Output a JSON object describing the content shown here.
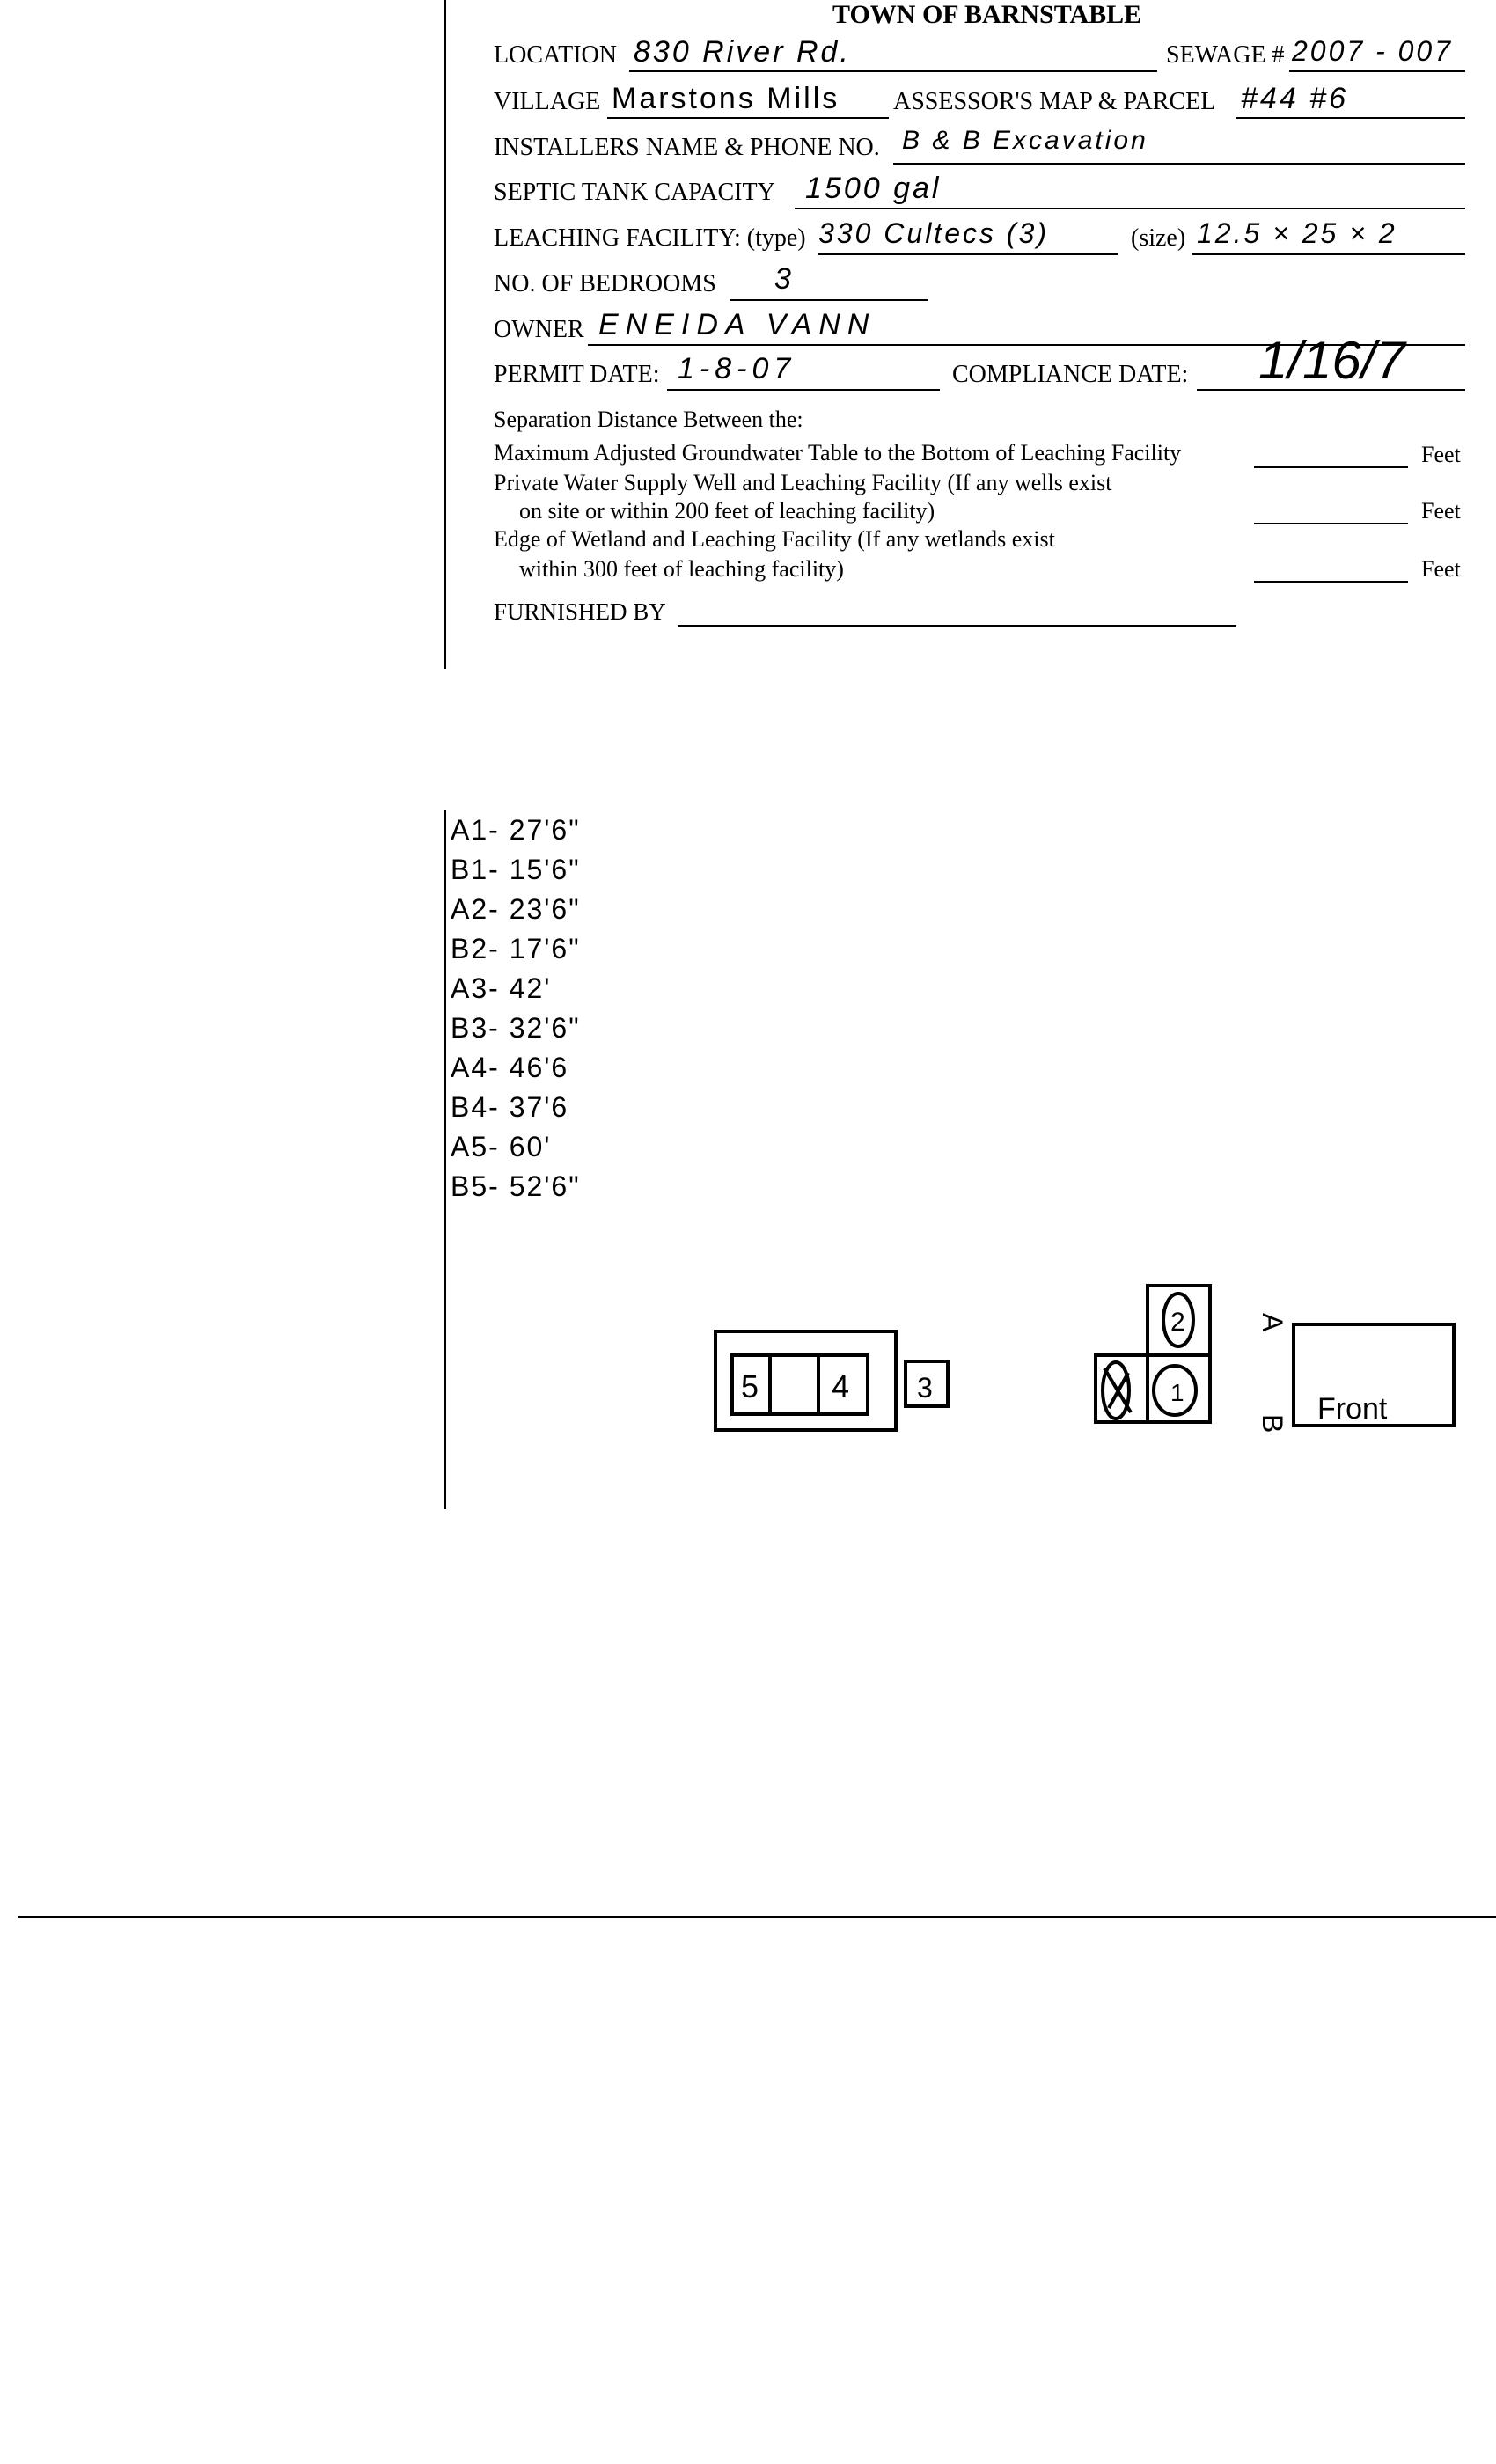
{
  "form": {
    "title": "TOWN OF BARNSTABLE",
    "fields": {
      "location": {
        "label": "LOCATION",
        "value": "830 River Rd."
      },
      "sewage": {
        "label": "SEWAGE #",
        "value": "2007 - 007"
      },
      "village": {
        "label": "VILLAGE",
        "value": "Marstons Mills"
      },
      "assessor": {
        "label": "ASSESSOR'S MAP & PARCEL",
        "value": "#44  #6"
      },
      "installer": {
        "label": "INSTALLERS NAME & PHONE NO.",
        "value": "B & B Excavation"
      },
      "septic": {
        "label": "SEPTIC TANK CAPACITY",
        "value": "1500 gal"
      },
      "leaching_type": {
        "label": "LEACHING FACILITY: (type)",
        "value": "330 Cultecs (3)"
      },
      "leaching_size": {
        "label": "(size)",
        "value": "12.5 × 25 × 2"
      },
      "bedrooms": {
        "label": "NO. OF BEDROOMS",
        "value": "3"
      },
      "owner": {
        "label": "OWNER",
        "value": "ENEIDA VANN"
      },
      "permit_date": {
        "label": "PERMIT DATE:",
        "value": "1-8-07"
      },
      "compliance_date": {
        "label": "COMPLIANCE DATE:",
        "value": "1/16/7"
      }
    },
    "separation": {
      "heading": "Separation Distance Between the:",
      "rows": [
        {
          "line1": "Maximum Adjusted Groundwater Table to the Bottom of Leaching Facility",
          "line2": "",
          "unit": "Feet"
        },
        {
          "line1": "Private Water Supply Well and Leaching Facility (If any wells exist",
          "line2": "on site or within 200 feet of leaching facility)",
          "unit": "Feet"
        },
        {
          "line1": "Edge of Wetland and Leaching Facility (If any wetlands exist",
          "line2": "within 300 feet of leaching facility)",
          "unit": "Feet"
        }
      ]
    },
    "furnished_by": {
      "label": "FURNISHED BY",
      "value": ""
    }
  },
  "measurements": [
    "A1- 27'6\"",
    "B1- 15'6\"",
    "A2- 23'6\"",
    "B2- 17'6\"",
    "A3- 42'",
    "B3- 32'6\"",
    "A4- 46'6",
    "B4- 37'6",
    "A5- 60'",
    "B5- 52'6\""
  ],
  "sketch": {
    "labels": {
      "c5": "5",
      "c4": "4",
      "c3": "3",
      "c2": "2",
      "c1": "1",
      "a": "A",
      "b": "B",
      "front": "Front"
    }
  }
}
